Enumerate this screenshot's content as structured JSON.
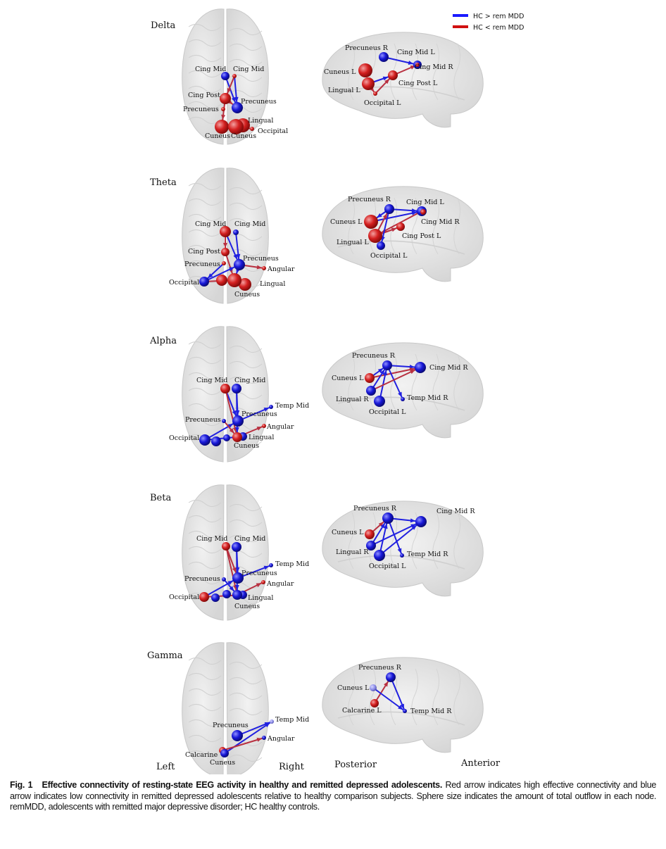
{
  "legend": [
    {
      "label": "HC > rem MDD",
      "color": "#1a1aff"
    },
    {
      "label": "HC < rem MDD",
      "color": "#d01010"
    }
  ],
  "colors": {
    "red": "#d42020",
    "blue": "#1818d8",
    "light_blue": "#8c8ce8"
  },
  "panels": [
    {
      "band": "Delta",
      "top": [
        "Cing Mid",
        "Cing Mid",
        "Cing Post",
        "Precuneus",
        "Precuneus",
        "Lingual",
        "Occipital",
        "Cuneus",
        "Cuneus"
      ],
      "side": [
        "Precuneus R",
        "Cing Mid L",
        "Cing Mid R",
        "Cuneus L",
        "Cing Post L",
        "Lingual L",
        "Occipital L"
      ]
    },
    {
      "band": "Theta",
      "top": [
        "Cing Mid",
        "Cing Mid",
        "Cing Post",
        "Precuneus",
        "Precuneus",
        "Angular",
        "Occipital",
        "Lingual",
        "Cuneus"
      ],
      "side": [
        "Precuneus R",
        "Cing Mid L",
        "Cing Mid R",
        "Cuneus L",
        "Cing Post L",
        "Lingual L",
        "Occipital L"
      ]
    },
    {
      "band": "Alpha",
      "top": [
        "Cing Mid",
        "Cing Mid",
        "Precuneus",
        "Precuneus",
        "Temp Mid",
        "Angular",
        "Occipital",
        "Lingual",
        "Cuneus"
      ],
      "side": [
        "Precuneus R",
        "Cing Mid R",
        "Cuneus L",
        "Lingual R",
        "Occipital L",
        "Temp Mid R"
      ]
    },
    {
      "band": "Beta",
      "top": [
        "Cing Mid",
        "Cing Mid",
        "Precuneus",
        "Precuneus",
        "Temp Mid",
        "Angular",
        "Occipital",
        "Lingual",
        "Cuneus"
      ],
      "side": [
        "Precuneus R",
        "Cing Mid R",
        "Cuneus L",
        "Lingual R",
        "Occipital L",
        "Temp Mid R"
      ]
    },
    {
      "band": "Gamma",
      "top": [
        "Precuneus",
        "Temp Mid",
        "Angular",
        "Calcarine",
        "Cuneus"
      ],
      "side": [
        "Precuneus R",
        "Cuneus L",
        "Calcarine L",
        "Temp Mid R"
      ]
    }
  ],
  "orientation": {
    "left": "Left",
    "right": "Right",
    "posterior": "Posterior",
    "anterior": "Anterior"
  },
  "caption": {
    "label": "Fig. 1",
    "title": "Effective connectivity of resting-state EEG activity in healthy and remitted depressed adolescents.",
    "body": "Red arrow indicates high effective connectivity and blue arrow indicates low connectivity in remitted depressed adolescents relative to healthy comparison subjects. Sphere size indicates the amount of total outflow in each node. remMDD, adolescents with remitted major depressive disorder; HC healthy controls."
  }
}
